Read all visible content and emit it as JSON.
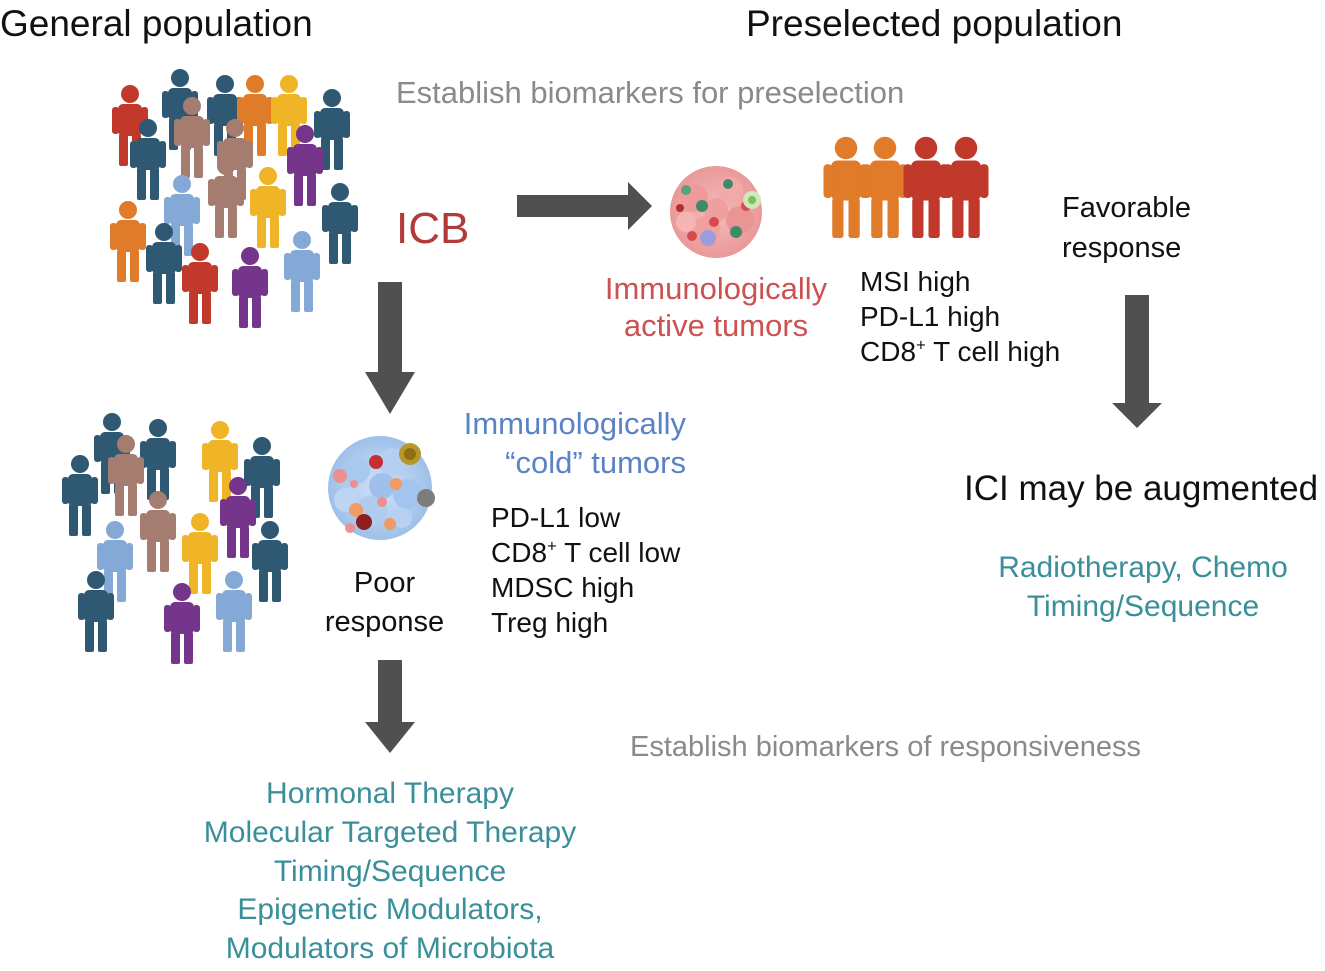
{
  "headings": {
    "left": "General population",
    "right": "Preselected population"
  },
  "steps": {
    "preselection": "Establish biomarkers for preselection",
    "responsiveness": "Establish biomarkers of responsiveness"
  },
  "icb_label": "ICB",
  "active": {
    "title_line1": "Immunologically",
    "title_line2": "active tumors",
    "markers": [
      {
        "pre": "MSI high",
        "sup": "",
        "post": ""
      },
      {
        "pre": "PD-L1 high",
        "sup": "",
        "post": ""
      },
      {
        "pre": "CD8",
        "sup": "+",
        "post": " T cell high"
      }
    ],
    "response_line1": "Favorable",
    "response_line2": "response"
  },
  "cold": {
    "title_line1": "Immunologically",
    "title_line2": "“cold” tumors",
    "markers": [
      {
        "pre": "PD-L1 low",
        "sup": "",
        "post": ""
      },
      {
        "pre": "CD8",
        "sup": "+",
        "post": " T cell low"
      },
      {
        "pre": "MDSC high",
        "sup": "",
        "post": ""
      },
      {
        "pre": "Treg high",
        "sup": "",
        "post": ""
      }
    ],
    "response_line1": "Poor",
    "response_line2": "response"
  },
  "augmented": {
    "title": "ICI may be augmented",
    "options": [
      "Radiotherapy, Chemo",
      "Timing/Sequence"
    ]
  },
  "poor_therapies": [
    "Hormonal Therapy",
    "Molecular Targeted Therapy",
    "Timing/Sequence",
    "Epigenetic Modulators,",
    "Modulators of Microbiota"
  ],
  "colors": {
    "arrow": "#505050",
    "teal_text": "#3a8f9a",
    "red_text": "#b13a3a",
    "blue_text": "#5a83c6",
    "people": {
      "red": "#c0392b",
      "navy": "#2f5872",
      "brown": "#a57d70",
      "orange": "#e07b2a",
      "yellow": "#f0b526",
      "purple": "#74358a",
      "lightblue": "#85a9d6"
    }
  },
  "icons": {
    "crowd_top": "people-crowd-icon",
    "crowd_bottom": "people-crowd-icon",
    "selected_group": "people-group-icon",
    "active_tumor": "tumor-cells-icon",
    "cold_tumor": "tumor-cells-icon"
  }
}
